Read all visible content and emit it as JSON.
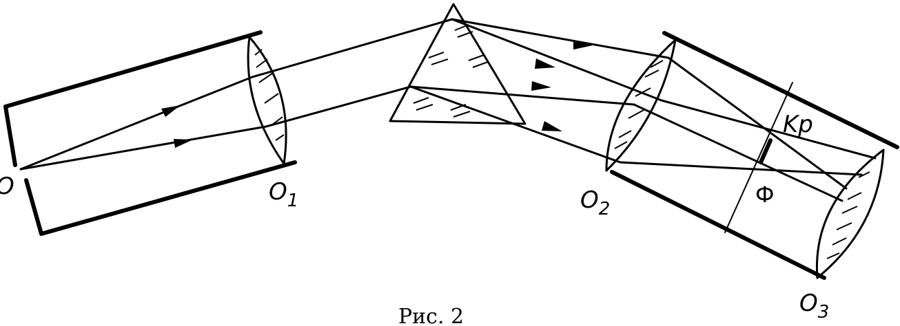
{
  "labels": {
    "source": "O",
    "lens1": "O",
    "lens1_sub": "1",
    "lens2": "O",
    "lens2_sub": "2",
    "lens3": "O",
    "lens3_sub": "3",
    "slit": "Kp",
    "filter": "Ф"
  },
  "caption": "Рис. 2"
}
